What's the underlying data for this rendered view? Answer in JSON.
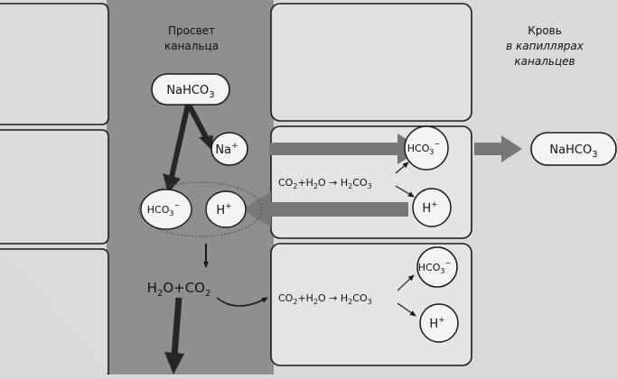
{
  "labels": {
    "lumen_line1": "Просвет",
    "lumen_line2": "канальца",
    "blood_line1": "Кровь",
    "blood_line2": "в капиллярах",
    "blood_line3": "канальцев"
  },
  "nodes": {
    "nahco3_lumen": "NaHCO",
    "nahco3_lumen_sub": "3",
    "na_ion": "Na",
    "na_ion_sup": "+",
    "hco3_lumen": "HCO",
    "hco3_lumen_sub": "3",
    "hco3_lumen_sup": "−",
    "h_lumen": "H",
    "h_lumen_sup": "+",
    "h2o_co2": "H",
    "h2o_co2_sub1": "2",
    "h2o_co2_mid": "O+CO",
    "h2o_co2_sub2": "2",
    "hco3_cell1": "HCO",
    "hco3_cell1_sub": "3",
    "hco3_cell1_sup": "−",
    "h_cell1": "H",
    "h_cell1_sup": "+",
    "nahco3_blood": "NaHCO",
    "nahco3_blood_sub": "3",
    "hco3_cell2": "HCO",
    "hco3_cell2_sub": "3",
    "hco3_cell2_sup": "−",
    "h_cell2": "H",
    "h_cell2_sup": "+"
  },
  "equations": {
    "eq1_a": "CO",
    "eq1_a_sub": "2",
    "eq1_b": "+H",
    "eq1_b_sub": "2",
    "eq1_c": "O → H",
    "eq1_c_sub": "2",
    "eq1_d": "CO",
    "eq1_d_sub": "3",
    "eq2_a": "CO",
    "eq2_a_sub": "2",
    "eq2_b": "+H",
    "eq2_b_sub": "2",
    "eq2_c": "O → H",
    "eq2_c_sub": "2",
    "eq2_d": "CO",
    "eq2_d_sub": "3"
  },
  "colors": {
    "background": "#d9d9d9",
    "lumen": "#8f8f8f",
    "cell_fill": "#e4e4e4",
    "stroke": "#1a1a1a",
    "bubble": "#f4f4f4",
    "big_arrow": "#777777"
  }
}
